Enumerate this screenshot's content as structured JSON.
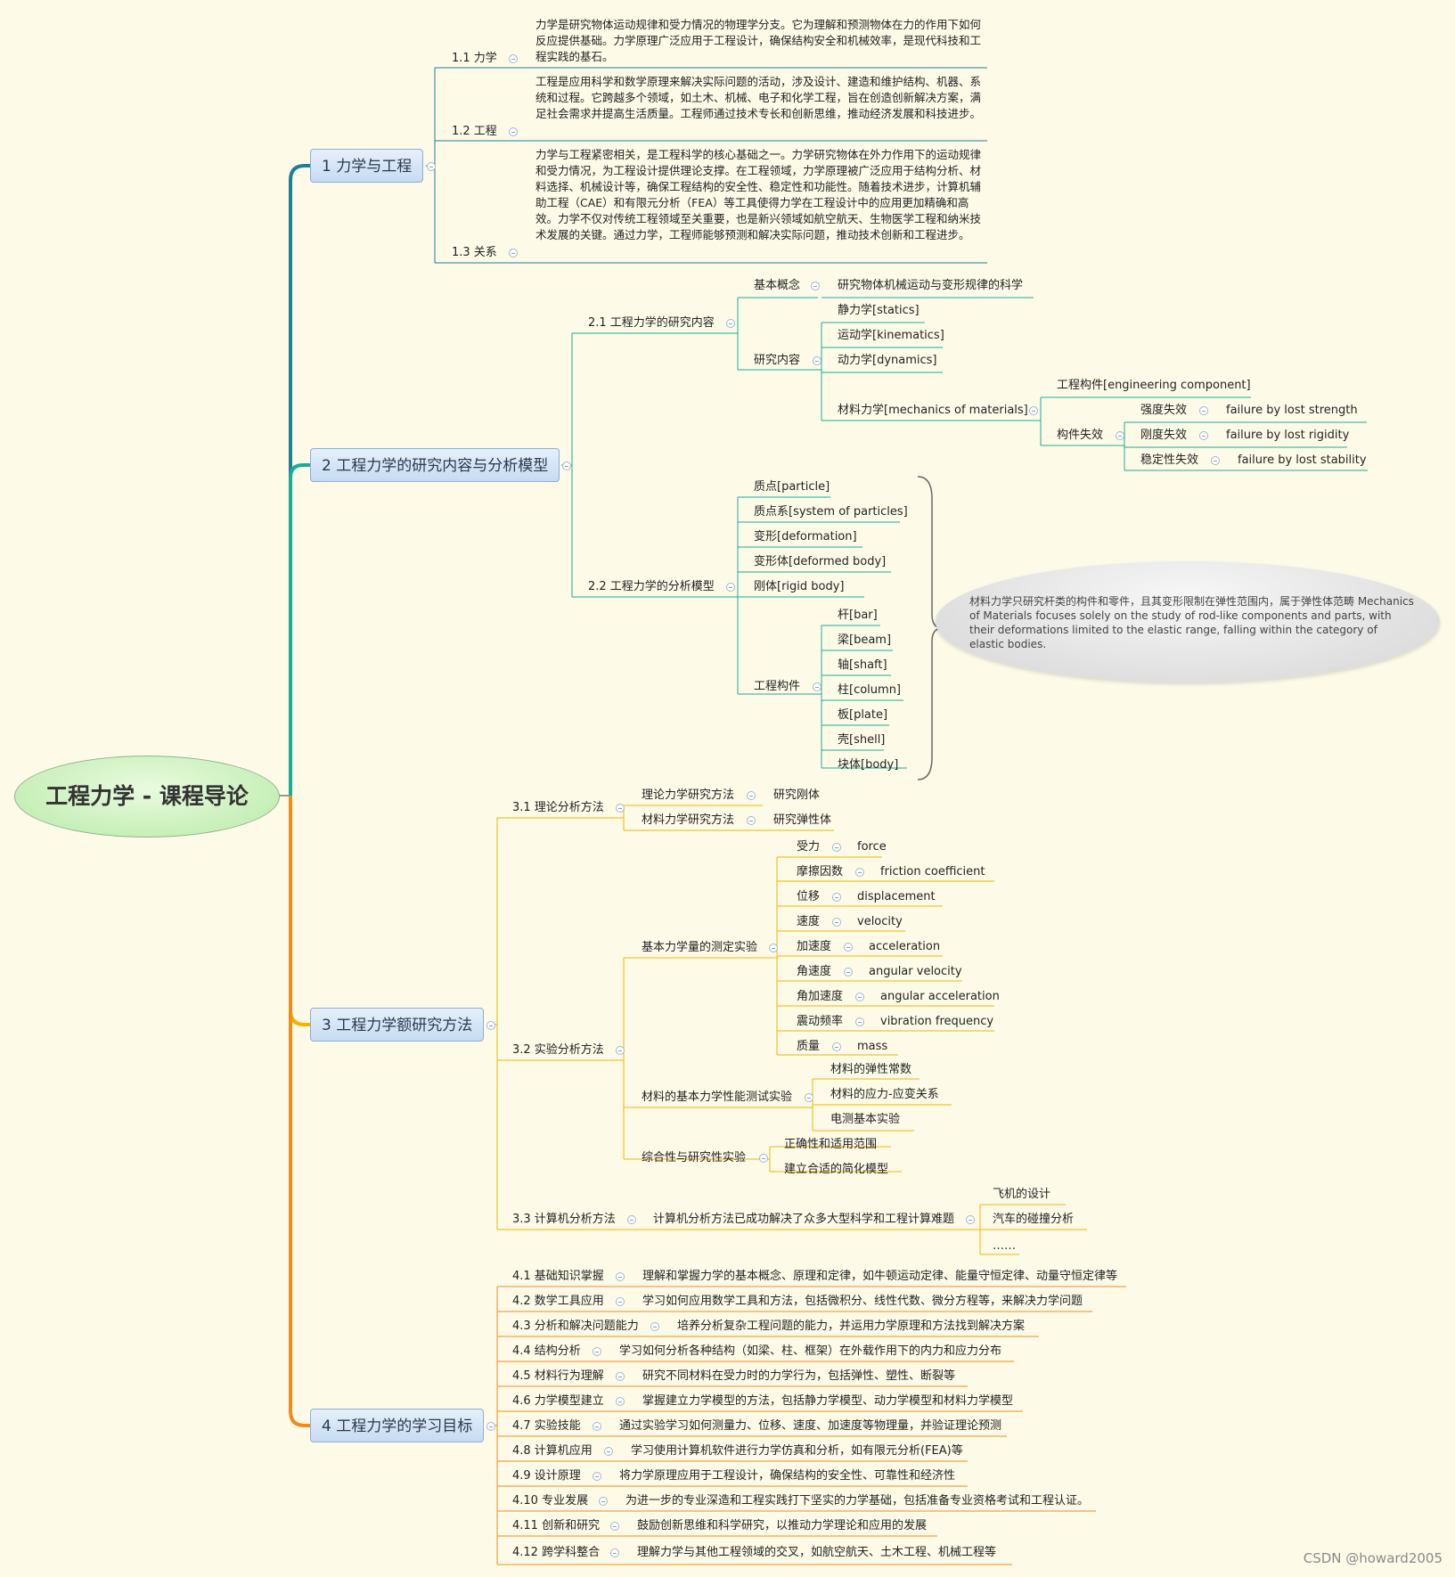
{
  "root": {
    "label": "工程力学 - 课程导论"
  },
  "branch1": {
    "label": "1 力学与工程",
    "n1": {
      "label": "1.1  力学",
      "text": "力学是研究物体运动规律和受力情况的物理学分支。它为理解和预测物体在力的作用下如何反应提供基础。力学原理广泛应用于工程设计，确保结构安全和机械效率，是现代科技和工程实践的基石。"
    },
    "n2": {
      "label": "1.2  工程",
      "text": "工程是应用科学和数学原理来解决实际问题的活动，涉及设计、建造和维护结构、机器、系统和过程。它跨越多个领域，如土木、机械、电子和化学工程，旨在创造创新解决方案，满足社会需求并提高生活质量。工程师通过技术专长和创新思维，推动经济发展和科技进步。"
    },
    "n3": {
      "label": "1.3  关系",
      "text": "力学与工程紧密相关，是工程科学的核心基础之一。力学研究物体在外力作用下的运动规律和受力情况，为工程设计提供理论支撑。在工程领域，力学原理被广泛应用于结构分析、材料选择、机械设计等，确保工程结构的安全性、稳定性和功能性。随着技术进步，计算机辅助工程（CAE）和有限元分析（FEA）等工具使得力学在工程设计中的应用更加精确和高效。力学不仅对传统工程领域至关重要，也是新兴领域如航空航天、生物医学工程和纳米技术发展的关键。通过力学，工程师能够预测和解决实际问题，推动技术创新和工程进步。"
    }
  },
  "branch2": {
    "label": "2 工程力学的研究内容与分析模型",
    "n21": {
      "label": "2.1  工程力学的研究内容",
      "basic": {
        "label": "基本概念",
        "value": "研究物体机械运动与变形规律的科学"
      },
      "content": {
        "label": "研究内容",
        "statics": "静力学[statics]",
        "kinematics": "运动学[kinematics]",
        "dynamics": "动力学[dynamics]",
        "mom": {
          "label": "材料力学[mechanics of materials]",
          "ec": "工程构件[engineering component]",
          "failure": {
            "label": "构件失效",
            "items": [
              {
                "label": "强度失效",
                "value": "failure by lost strength"
              },
              {
                "label": "刚度失效",
                "value": "failure by lost rigidity"
              },
              {
                "label": "稳定性失效",
                "value": "failure by lost stability"
              }
            ]
          }
        }
      }
    },
    "n22": {
      "label": "2.2  工程力学的分析模型",
      "models": [
        "质点[particle]",
        "质点系[system of particles]",
        "变形[deformation]",
        "变形体[deformed body]",
        "刚体[rigid body]"
      ],
      "ec": {
        "label": "工程构件",
        "items": [
          "杆[bar]",
          "梁[beam]",
          "轴[shaft]",
          "柱[column]",
          "板[plate]",
          "壳[shell]",
          "块体[body]"
        ]
      }
    },
    "callout": "材料力学只研究杆类的构件和零件，且其变形限制在弹性范围内，属于弹性体范畴 Mechanics of Materials focuses solely on the study of rod-like components and parts, with their deformations limited to the elastic range, falling within the category of elastic bodies."
  },
  "branch3": {
    "label": "3 工程力学额研究方法",
    "n31": {
      "label": "3.1  理论分析方法",
      "items": [
        {
          "label": "理论力学研究方法",
          "value": "研究刚体"
        },
        {
          "label": "材料力学研究方法",
          "value": "研究弹性体"
        }
      ]
    },
    "n32": {
      "label": "3.2  实验分析方法",
      "basic": {
        "label": "基本力学量的测定实验",
        "items": [
          {
            "label": "受力",
            "value": "force"
          },
          {
            "label": "摩擦因数",
            "value": "friction coefficient"
          },
          {
            "label": "位移",
            "value": "displacement"
          },
          {
            "label": "速度",
            "value": "velocity"
          },
          {
            "label": "加速度",
            "value": "acceleration"
          },
          {
            "label": "角速度",
            "value": "angular velocity"
          },
          {
            "label": "角加速度",
            "value": "angular acceleration"
          },
          {
            "label": "震动频率",
            "value": "vibration frequency"
          },
          {
            "label": "质量",
            "value": "mass"
          }
        ]
      },
      "mat": {
        "label": "材料的基本力学性能测试实验",
        "items": [
          "材料的弹性常数",
          "材料的应力-应变关系",
          "电测基本实验"
        ]
      },
      "comp": {
        "label": "综合性与研究性实验",
        "items": [
          "正确性和适用范围",
          "建立合适的简化模型"
        ]
      }
    },
    "n33": {
      "label": "3.3  计算机分析方法",
      "desc": "计算机分析方法已成功解决了众多大型科学和工程计算难题",
      "items": [
        "飞机的设计",
        "汽车的碰撞分析",
        "……"
      ]
    }
  },
  "branch4": {
    "label": "4 工程力学的学习目标",
    "items": [
      {
        "label": "4.1  基础知识掌握",
        "value": "理解和掌握力学的基本概念、原理和定律，如牛顿运动定律、能量守恒定律、动量守恒定律等"
      },
      {
        "label": "4.2  数学工具应用",
        "value": "学习如何应用数学工具和方法，包括微积分、线性代数、微分方程等，来解决力学问题"
      },
      {
        "label": "4.3  分析和解决问题能力",
        "value": "培养分析复杂工程问题的能力，并运用力学原理和方法找到解决方案"
      },
      {
        "label": "4.4  结构分析",
        "value": "学习如何分析各种结构（如梁、柱、框架）在外载作用下的内力和应力分布"
      },
      {
        "label": "4.5  材料行为理解",
        "value": "研究不同材料在受力时的力学行为，包括弹性、塑性、断裂等"
      },
      {
        "label": "4.6  力学模型建立",
        "value": "掌握建立力学模型的方法，包括静力学模型、动力学模型和材料力学模型"
      },
      {
        "label": "4.7  实验技能",
        "value": "通过实验学习如何测量力、位移、速度、加速度等物理量，并验证理论预测"
      },
      {
        "label": "4.8  计算机应用",
        "value": "学习使用计算机软件进行力学仿真和分析，如有限元分析(FEA)等"
      },
      {
        "label": "4.9  设计原理",
        "value": "将力学原理应用于工程设计，确保结构的安全性、可靠性和经济性"
      },
      {
        "label": "4.10  专业发展",
        "value": "为进一步的专业深造和工程实践打下坚实的力学基础，包括准备专业资格考试和工程认证。"
      },
      {
        "label": "4.11  创新和研究",
        "value": "鼓励创新思维和科学研究，以推动力学理论和应用的发展"
      },
      {
        "label": "4.12  跨学科整合",
        "value": "理解力学与其他工程领域的交叉，如航空航天、土木工程、机械工程等"
      }
    ]
  },
  "watermark": "CSDN @howard2005",
  "colors": {
    "branch1": "#1e7d9a",
    "branch2": "#1aab9a",
    "branch3": "#f0b400",
    "branch4": "#f08c1a"
  }
}
